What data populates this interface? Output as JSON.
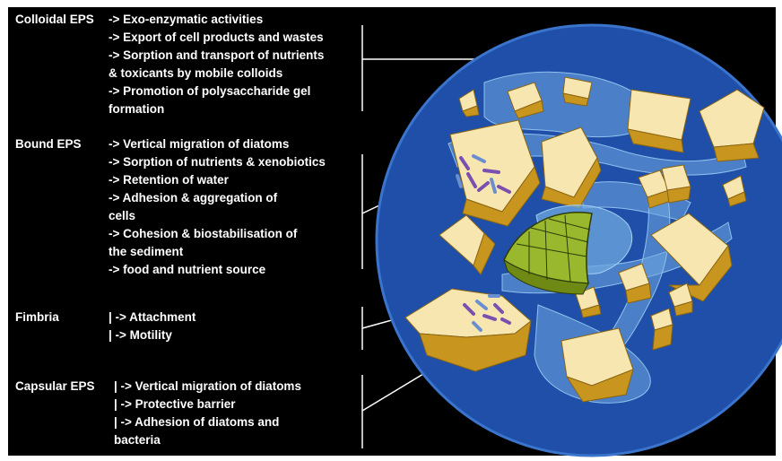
{
  "sections": [
    {
      "title": "Colloidal EPS",
      "items": [
        "-> Exo-enzymatic activities",
        "-> Export of cell products and wastes",
        "-> Sorption and transport of nutrients\n& toxicants by mobile colloids",
        "-> Promotion of polysaccharide gel\nformation"
      ]
    },
    {
      "title": "Bound EPS",
      "items": [
        "-> Vertical migration of diatoms",
        "-> Sorption of nutrients & xenobiotics",
        "-> Retention of water",
        "-> Adhesion & aggregation of\ncells",
        "-> Cohesion & biostabilisation of\nthe sediment",
        "-> food and nutrient source"
      ]
    },
    {
      "title": "Fimbria",
      "items": [
        "| -> Attachment",
        "| -> Motility"
      ]
    },
    {
      "title": "Capsular EPS",
      "items": [
        "| -> Vertical migration of diatoms",
        "| -> Protective barrier",
        "| -> Adhesion of diatoms and\nbacteria"
      ]
    }
  ],
  "colors": {
    "background": "#000000",
    "text": "#ffffff",
    "circle_fill": "#1f4fa8",
    "circle_stroke": "#3a74cc",
    "grain_top": "#f8e6b0",
    "grain_side": "#c8961e",
    "eps_strand": "#6fa8e0",
    "diatom_valve": "#9ab82e",
    "bacteria": "#7a4fb0"
  }
}
